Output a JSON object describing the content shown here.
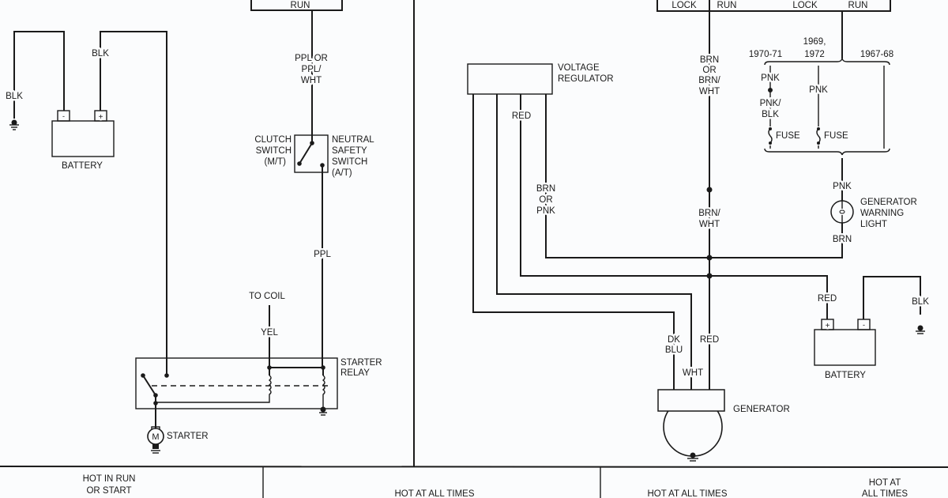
{
  "left_panel": {
    "top_box_label": "RUN",
    "battery_ground_wire": "BLK",
    "battery_positive_wire": "BLK",
    "battery_label": "BATTERY",
    "battery_neg": "-",
    "battery_pos": "+",
    "switch_feed_wire": [
      "PPL OR",
      "PPL/",
      "WHT"
    ],
    "clutch_switch": [
      "CLUTCH",
      "SWITCH",
      "(M/T)"
    ],
    "neutral_switch": [
      "NEUTRAL",
      "SAFETY",
      "SWITCH",
      "(A/T)"
    ],
    "relay_feed_wire": "PPL",
    "to_coil": "TO COIL",
    "coil_wire": "YEL",
    "starter_relay": [
      "STARTER",
      "RELAY"
    ],
    "starter_label": "STARTER",
    "motor_symbol": "M"
  },
  "right_panel": {
    "top_labels": [
      "LOCK",
      "RUN",
      "LOCK",
      "RUN"
    ],
    "voltage_regulator": [
      "VOLTAGE",
      "REGULATOR"
    ],
    "reg_red_wire": "RED",
    "reg_brn_wire": [
      "BRN",
      "OR",
      "PNK"
    ],
    "ignition_wire": [
      "BRN",
      "OR",
      "BRN/",
      "WHT"
    ],
    "splice_wire": [
      "BRN/",
      "WHT"
    ],
    "years": {
      "a": "1970-71",
      "b": [
        "1969,",
        "1972"
      ],
      "c": "1967-68"
    },
    "col_a_wires": [
      "PNK",
      "PNK/",
      "BLK"
    ],
    "col_b_wire": "PNK",
    "fuse_label": "FUSE",
    "lamp_feed_wire": "PNK",
    "lamp_return_wire": "BRN",
    "warning_light": [
      "GENERATOR",
      "WARNING",
      "LIGHT"
    ],
    "gen_wires": {
      "dk_blu": [
        "DK",
        "BLU"
      ],
      "wht": "WHT",
      "red": "RED"
    },
    "generator_label": "GENERATOR",
    "battery_pos_wire": "RED",
    "battery_ground_wire": "BLK",
    "battery_label": "BATTERY",
    "battery_neg": "-",
    "battery_pos": "+"
  },
  "footer": {
    "col1": [
      "HOT IN RUN",
      "OR START"
    ],
    "col2": "HOT AT ALL TIMES",
    "col3": "HOT AT ALL TIMES",
    "col4": [
      "HOT AT",
      "ALL TIMES"
    ]
  }
}
